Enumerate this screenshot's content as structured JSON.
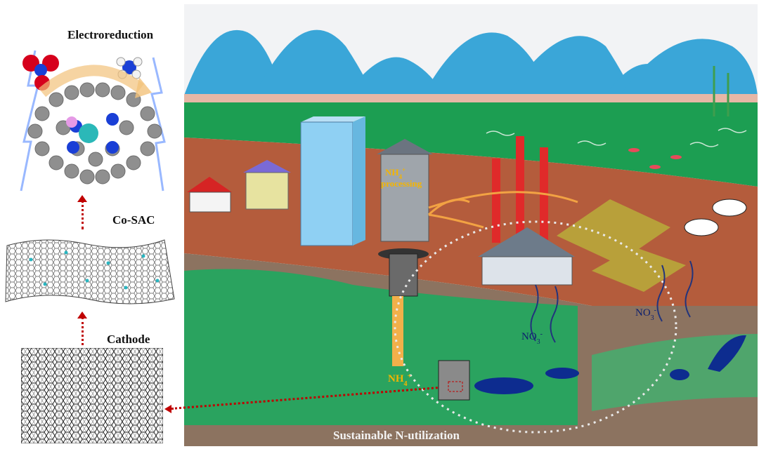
{
  "left_panel": {
    "electroreduction_label": "Electroreduction",
    "cosac_label": "Co-SAC",
    "cathode_label": "Cathode"
  },
  "scene": {
    "bottom_title": "Sustainable N-utilization",
    "nh4_processing_line1": "NH",
    "nh4_processing_line1_sup": "4",
    "nh4_processing_line1_suffix": "+",
    "nh4_processing_line2": "processing",
    "nh4_label": "NH",
    "nh4_label_sub": "4",
    "nh4_label_sup": "+",
    "no3_label_left": "NO",
    "no3_label_left_sub": "3",
    "no3_label_left_sup": "-",
    "no3_label_right": "NO",
    "no3_label_right_sub": "3",
    "no3_label_right_sup": "-"
  },
  "colors": {
    "sky": "#f2f3f5",
    "mountain": "#3aa6d8",
    "grass": "#1c9e52",
    "soil": "#b45c3c",
    "underground": "#8c7360",
    "ground_green": "#2aa35f",
    "water": "#0d2c8f",
    "nitrate_label": "#0c1f6e",
    "ammonium_label": "#f4b400",
    "arrow_orange": "#f2a243",
    "dotted_red": "#c00000"
  }
}
